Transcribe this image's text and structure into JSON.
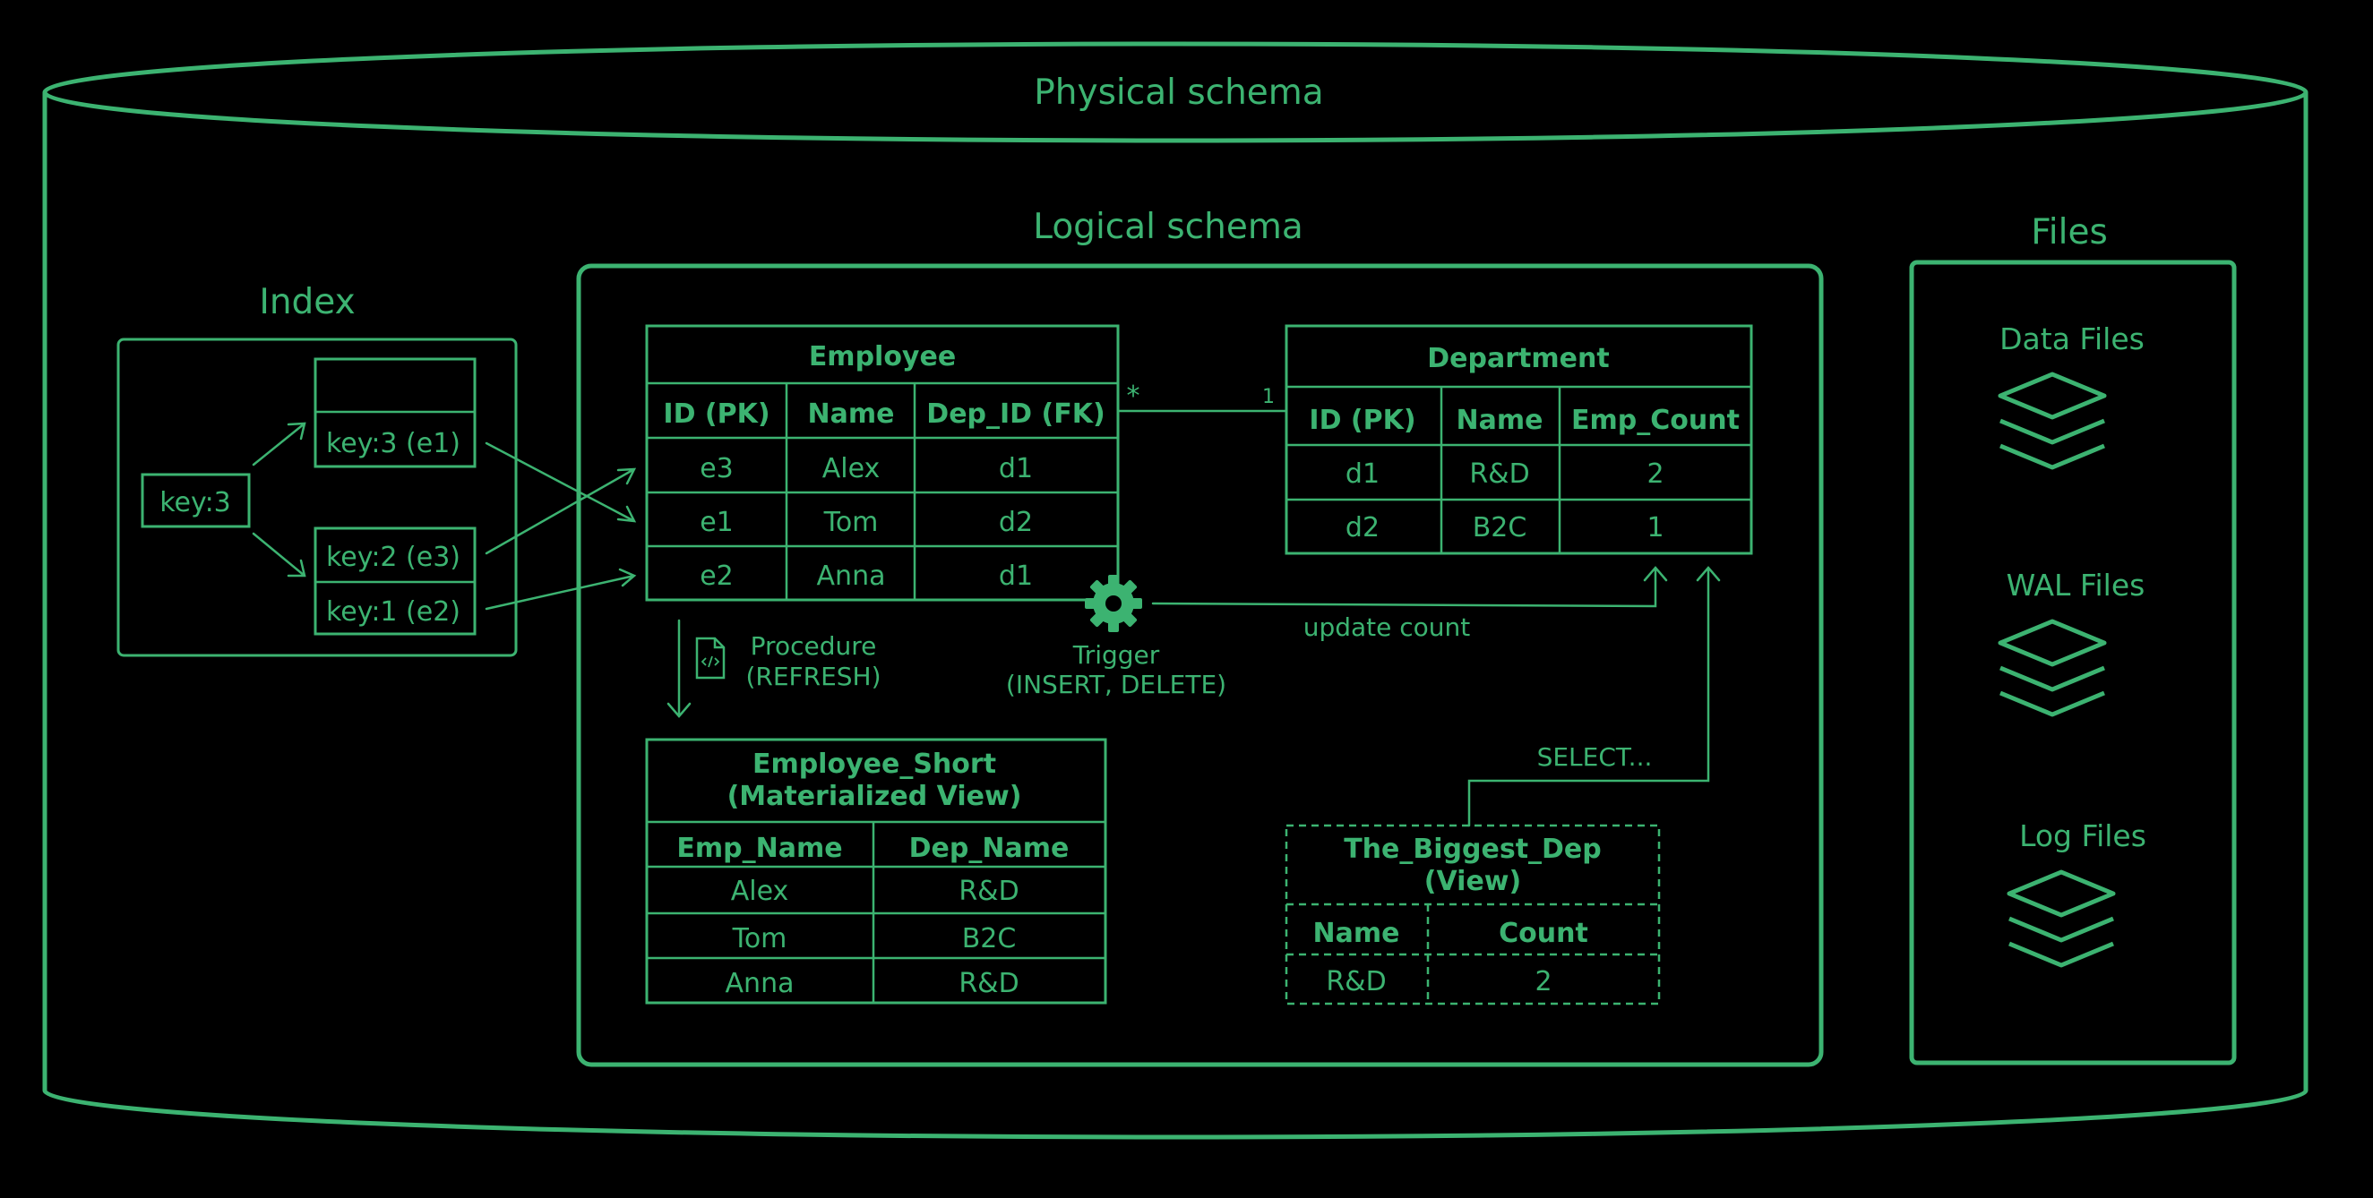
{
  "physical_title": "Physical schema",
  "logical_title": "Logical schema",
  "files_title": "Files",
  "index": {
    "title": "Index",
    "root": "key:3",
    "leaf1": "key:3 (e1)",
    "leaf2": "key:2 (e3)",
    "leaf3": "key:1 (e2)"
  },
  "employee": {
    "title": "Employee",
    "headers": [
      "ID (PK)",
      "Name",
      "Dep_ID (FK)"
    ],
    "rows": [
      [
        "e3",
        "Alex",
        "d1"
      ],
      [
        "e1",
        "Tom",
        "d2"
      ],
      [
        "e2",
        "Anna",
        "d1"
      ]
    ]
  },
  "department": {
    "title": "Department",
    "headers": [
      "ID (PK)",
      "Name",
      "Emp_Count"
    ],
    "rows": [
      [
        "d1",
        "R&D",
        "2"
      ],
      [
        "d2",
        "B2C",
        "1"
      ]
    ]
  },
  "relation": {
    "many": "*",
    "one": "1"
  },
  "procedure": {
    "line1": "Procedure",
    "line2": "(REFRESH)"
  },
  "trigger": {
    "line1": "Trigger",
    "line2": "(INSERT, DELETE)"
  },
  "update_count": "update count",
  "select_label": "SELECT...",
  "emp_short": {
    "title1": "Employee_Short",
    "title2": "(Materialized View)",
    "headers": [
      "Emp_Name",
      "Dep_Name"
    ],
    "rows": [
      [
        "Alex",
        "R&D"
      ],
      [
        "Tom",
        "B2C"
      ],
      [
        "Anna",
        "R&D"
      ]
    ]
  },
  "biggest": {
    "title1": "The_Biggest_Dep",
    "title2": "(View)",
    "headers": [
      "Name",
      "Count"
    ],
    "rows": [
      [
        "R&D",
        "2"
      ]
    ]
  },
  "files": [
    "Data Files",
    "WAL Files",
    "Log Files"
  ],
  "icons": {
    "procedure": "code-file-icon",
    "trigger": "gear-icon",
    "files": "layers-stack-icon"
  },
  "colors": {
    "accent": "#3cb371",
    "background": "#000000"
  }
}
